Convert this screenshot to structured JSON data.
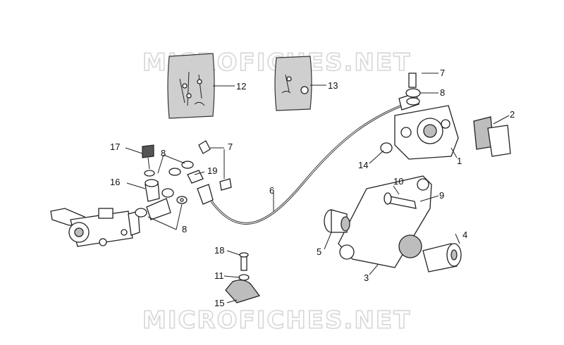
{
  "watermark": "MICROFICHES.NET",
  "labels": [
    {
      "id": "2",
      "text": "2"
    },
    {
      "id": "1",
      "text": "1"
    },
    {
      "id": "3",
      "text": "3"
    },
    {
      "id": "4",
      "text": "4"
    },
    {
      "id": "5",
      "text": "5"
    },
    {
      "id": "6",
      "text": "6"
    },
    {
      "id": "7a",
      "text": "7"
    },
    {
      "id": "7b",
      "text": "7"
    },
    {
      "id": "8a",
      "text": "8"
    },
    {
      "id": "8b",
      "text": "8"
    },
    {
      "id": "8c",
      "text": "8"
    },
    {
      "id": "9",
      "text": "9"
    },
    {
      "id": "10",
      "text": "10"
    },
    {
      "id": "11",
      "text": "11"
    },
    {
      "id": "12",
      "text": "12"
    },
    {
      "id": "13",
      "text": "13"
    },
    {
      "id": "14",
      "text": "14"
    },
    {
      "id": "15",
      "text": "15"
    },
    {
      "id": "16",
      "text": "16"
    },
    {
      "id": "17",
      "text": "17"
    },
    {
      "id": "18",
      "text": "18"
    },
    {
      "id": "19",
      "text": "19"
    }
  ]
}
